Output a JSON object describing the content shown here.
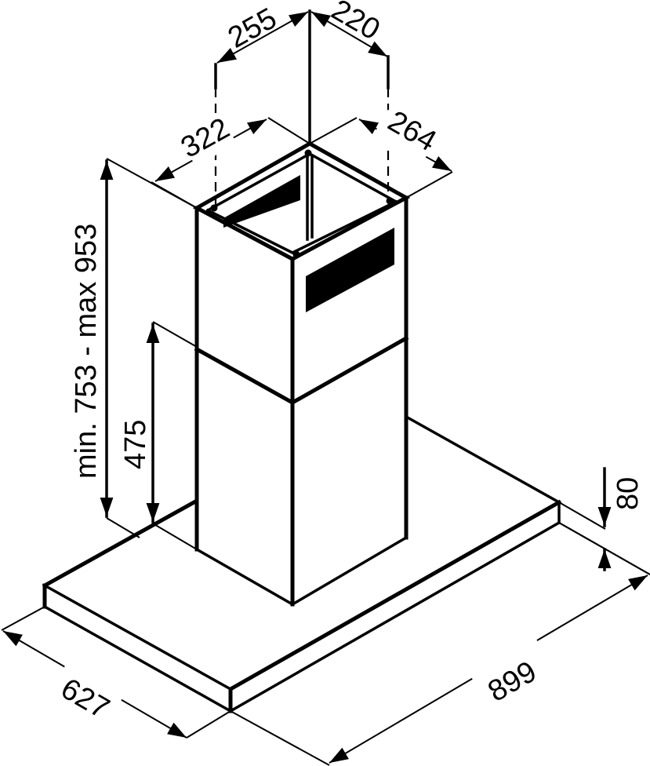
{
  "diagram": {
    "title": "",
    "subject": "island chimney cooker hood",
    "view": "isometric",
    "units": "mm",
    "colors": {
      "line": "#000000",
      "background": "#ffffff"
    },
    "dimensions": {
      "chimney_outlet_left": {
        "value": "255",
        "label": "255"
      },
      "chimney_outlet_right": {
        "value": "220",
        "label": "220"
      },
      "chimney_width": {
        "value": "322",
        "label": "322"
      },
      "chimney_depth": {
        "value": "264",
        "label": "264"
      },
      "total_height": {
        "value": "min. 753 - max 953",
        "label": "min. 753 - max 953"
      },
      "lower_chimney_height": {
        "value": "475",
        "label": "475"
      },
      "canopy_thickness": {
        "value": "80",
        "label": "80"
      },
      "canopy_depth": {
        "value": "627",
        "label": "627"
      },
      "canopy_width": {
        "value": "899",
        "label": "899"
      }
    }
  }
}
